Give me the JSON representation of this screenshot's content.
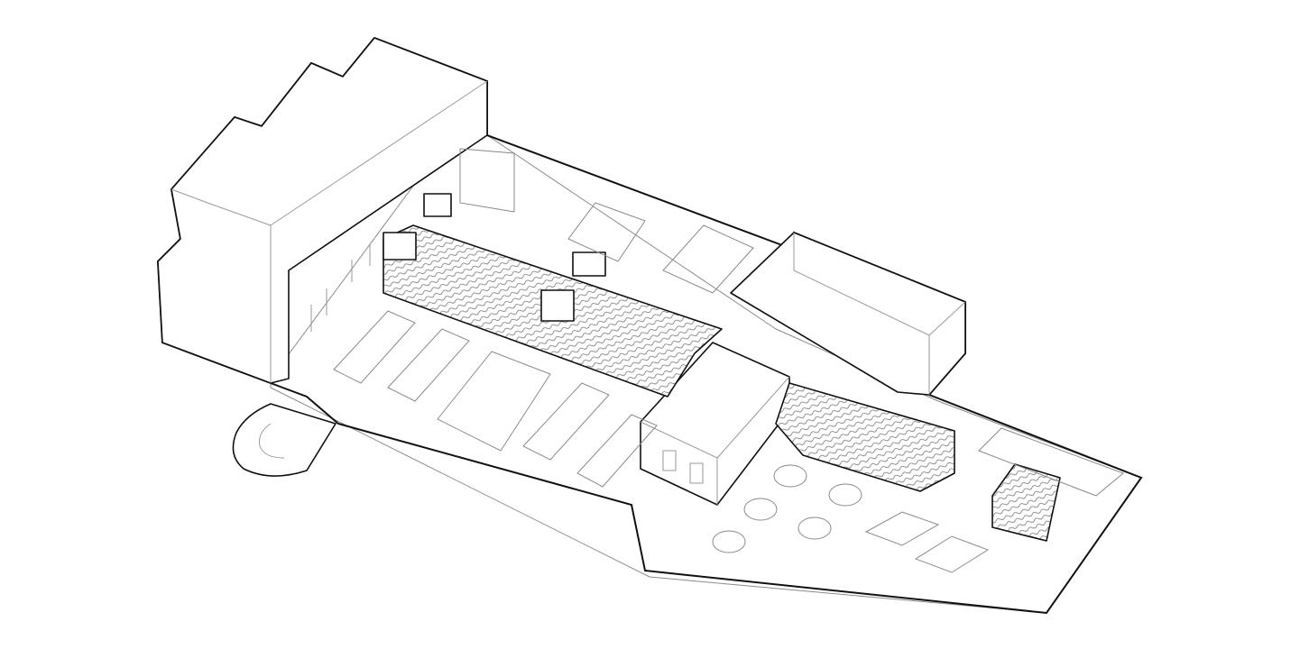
{
  "diagram": {
    "kind": "axonometric-floor-plan",
    "style": "line-drawing",
    "colors": {
      "background": "#ffffff",
      "heavy_line": "#111111",
      "light_line": "#9a9a9a",
      "tile_pattern": "#6f6f6f"
    },
    "elements": [
      "perimeter-outline",
      "west-tower-block",
      "central-core-block",
      "east-block",
      "tiled-roof-house-long",
      "tiled-roof-house-short",
      "tiled-roof-kiosk",
      "spiral-stair",
      "desk-clusters",
      "round-tables",
      "meeting-rooms"
    ],
    "labels": []
  }
}
